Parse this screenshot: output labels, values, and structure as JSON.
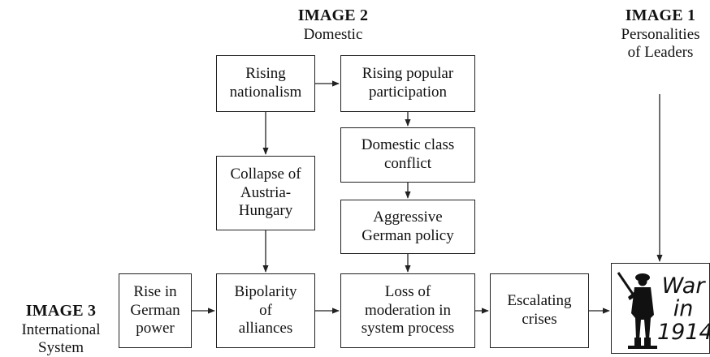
{
  "images": {
    "image1": {
      "title": "IMAGE 1",
      "subtitle": "Personalities\nof Leaders"
    },
    "image2": {
      "title": "IMAGE 2",
      "subtitle": "Domestic"
    },
    "image3": {
      "title": "IMAGE 3",
      "subtitle": "International\nSystem"
    }
  },
  "boxes": {
    "rising_nationalism": "Rising\nnationalism",
    "rising_participation": "Rising popular\nparticipation",
    "domestic_class_conflict": "Domestic class\nconflict",
    "collapse_austria_hungary": "Collapse of\nAustria-\nHungary",
    "aggressive_german_policy": "Aggressive\nGerman policy",
    "rise_german_power": "Rise in\nGerman\npower",
    "bipolarity_alliances": "Bipolarity\nof\nalliances",
    "loss_of_moderation": "Loss of\nmoderation in\nsystem process",
    "escalating_crises": "Escalating\ncrises"
  },
  "war_label": "War\nin\n1914"
}
